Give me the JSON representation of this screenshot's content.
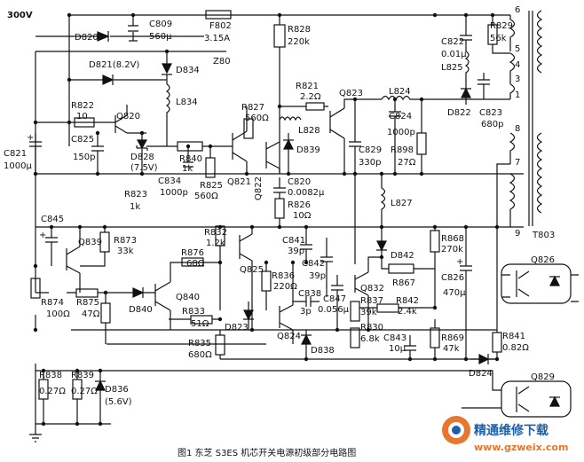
{
  "diagram": {
    "supply": "300V",
    "caption": "图1  东芝 S3ES 机芯开关电源初级部分电路图",
    "transformer": "T803",
    "pins": [
      "6",
      "5",
      "4",
      "3",
      "1",
      "8",
      "7",
      "9"
    ],
    "labels": [
      "C809",
      "560μ",
      "F802",
      "3.15A",
      "R828",
      "220k",
      "D820",
      "D821(8.2V)",
      "D834",
      "Z80",
      "L834",
      "R822",
      "10",
      "Q820",
      "C825",
      "150p",
      "C821",
      "1000μ",
      "D828",
      "(7.5V)",
      "R840",
      "1k",
      "R825",
      "560Ω",
      "C834",
      "1000p",
      "R823",
      "1k",
      "Q821",
      "Q822",
      "R827",
      "560Ω",
      "R821",
      "2.2Ω",
      "L828",
      "D839",
      "C820",
      "0.0082μ",
      "R826",
      "10Ω",
      "Q823",
      "L824",
      "C824",
      "1000p",
      "C829",
      "330p",
      "R898",
      "27Ω",
      "L827",
      "C822",
      "0.01μ",
      "L825",
      "D822",
      "R829",
      "56k",
      "C823",
      "680p",
      "C845",
      "Q839",
      "R873",
      "33k",
      "R874",
      "100Ω",
      "R875",
      "47Ω",
      "D840",
      "Q840",
      "R876",
      "68Ω",
      "R832",
      "1.2k",
      "Q825",
      "R833",
      "51Ω",
      "D823",
      "R835",
      "680Ω",
      "R836",
      "220Ω",
      "C838",
      "3p",
      "Q824",
      "D838",
      "C841",
      "39p",
      "C842",
      "39p",
      "C847",
      "0.056μ",
      "D842",
      "R867",
      "Q832",
      "R837",
      "39k",
      "R842",
      "2.4k",
      "R830",
      "6.8k",
      "C843",
      "10μ",
      "R869",
      "47k",
      "R868",
      "270k",
      "C826",
      "470μ",
      "R841",
      "0.82Ω",
      "D824",
      "Q826",
      "Q829",
      "R838",
      "0.27Ω",
      "R839",
      "0.27Ω",
      "D836",
      "(5.6V)"
    ]
  },
  "watermark": {
    "title": "精通维修下载",
    "url": "www.gzweix.com"
  },
  "colors": {
    "ink": "#111111",
    "watermark_accent": "#e8762c",
    "watermark_text": "#1f5fa8"
  }
}
